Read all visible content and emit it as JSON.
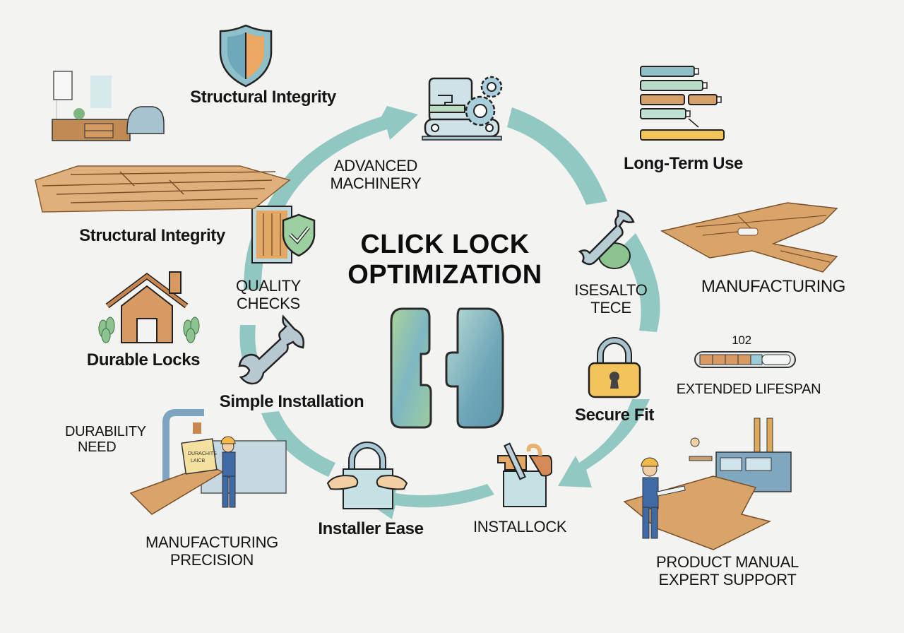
{
  "title": {
    "line1": "CLICK LOCK",
    "line2": "OPTIMIZATION"
  },
  "colors": {
    "background": "#f3f3f1",
    "arrow_teal": "#8cc5bf",
    "wood": "#d9a56c",
    "wood_dark": "#b07a45",
    "steel_blue": "#8fb3c2",
    "lock_yellow": "#f2c45a",
    "green": "#8cc48f",
    "text": "#151515"
  },
  "cycle": {
    "nodes": [
      {
        "id": "advanced-machinery",
        "label_line1": "ADVANCED",
        "label_line2": "MACHINERY",
        "icon": "machine-gears-icon"
      },
      {
        "id": "wrench-glue",
        "label_line1": "ISESALTO",
        "label_line2": "TECE",
        "icon": "wrench-glue-icon"
      },
      {
        "id": "secure-fit",
        "label": "Secure Fit",
        "icon": "padlock-icon"
      },
      {
        "id": "installock",
        "label": "INSTALLOCK",
        "icon": "install-tool-icon"
      },
      {
        "id": "installer-ease",
        "label": "Installer Ease",
        "icon": "hands-lock-icon"
      },
      {
        "id": "simple-installation",
        "label": "Simple Installation",
        "icon": "wrench-icon"
      },
      {
        "id": "quality-checks",
        "label_line1": "QUALITY",
        "label_line2": "CHECKS",
        "icon": "panel-shield-check-icon"
      }
    ]
  },
  "outer": {
    "structural_integrity_top": {
      "label": "Structural Integrity",
      "icon": "shield-icon"
    },
    "living_room": {
      "label": "Structural Integrity",
      "icon": "living-room-floor-illustration"
    },
    "durable_locks": {
      "label": "Durable Locks",
      "icon": "house-icon"
    },
    "durability_need": {
      "label_line1": "DURABILITY",
      "label_line2": "NEED"
    },
    "manufacturing_precision": {
      "label_line1": "MANUFACTURING",
      "label_line2": "PRECISION",
      "sign_text_1": "DURACHITS",
      "sign_text_2": "LAICB"
    },
    "long_term_use": {
      "label": "Long-Term Use",
      "icon": "planks-stack-icon"
    },
    "manufacturing": {
      "label": "MANUFACTURING",
      "icon": "floor-panels-illustration"
    },
    "extended_lifespan": {
      "label": "EXTENDED LIFESPAN",
      "value": "102",
      "segments_filled": 5,
      "segments_total": 6
    },
    "product_manual": {
      "label_line1": "PRODUCT MANUAL",
      "label_line2": "EXPERT SUPPORT",
      "icon": "factory-worker-illustration"
    }
  }
}
